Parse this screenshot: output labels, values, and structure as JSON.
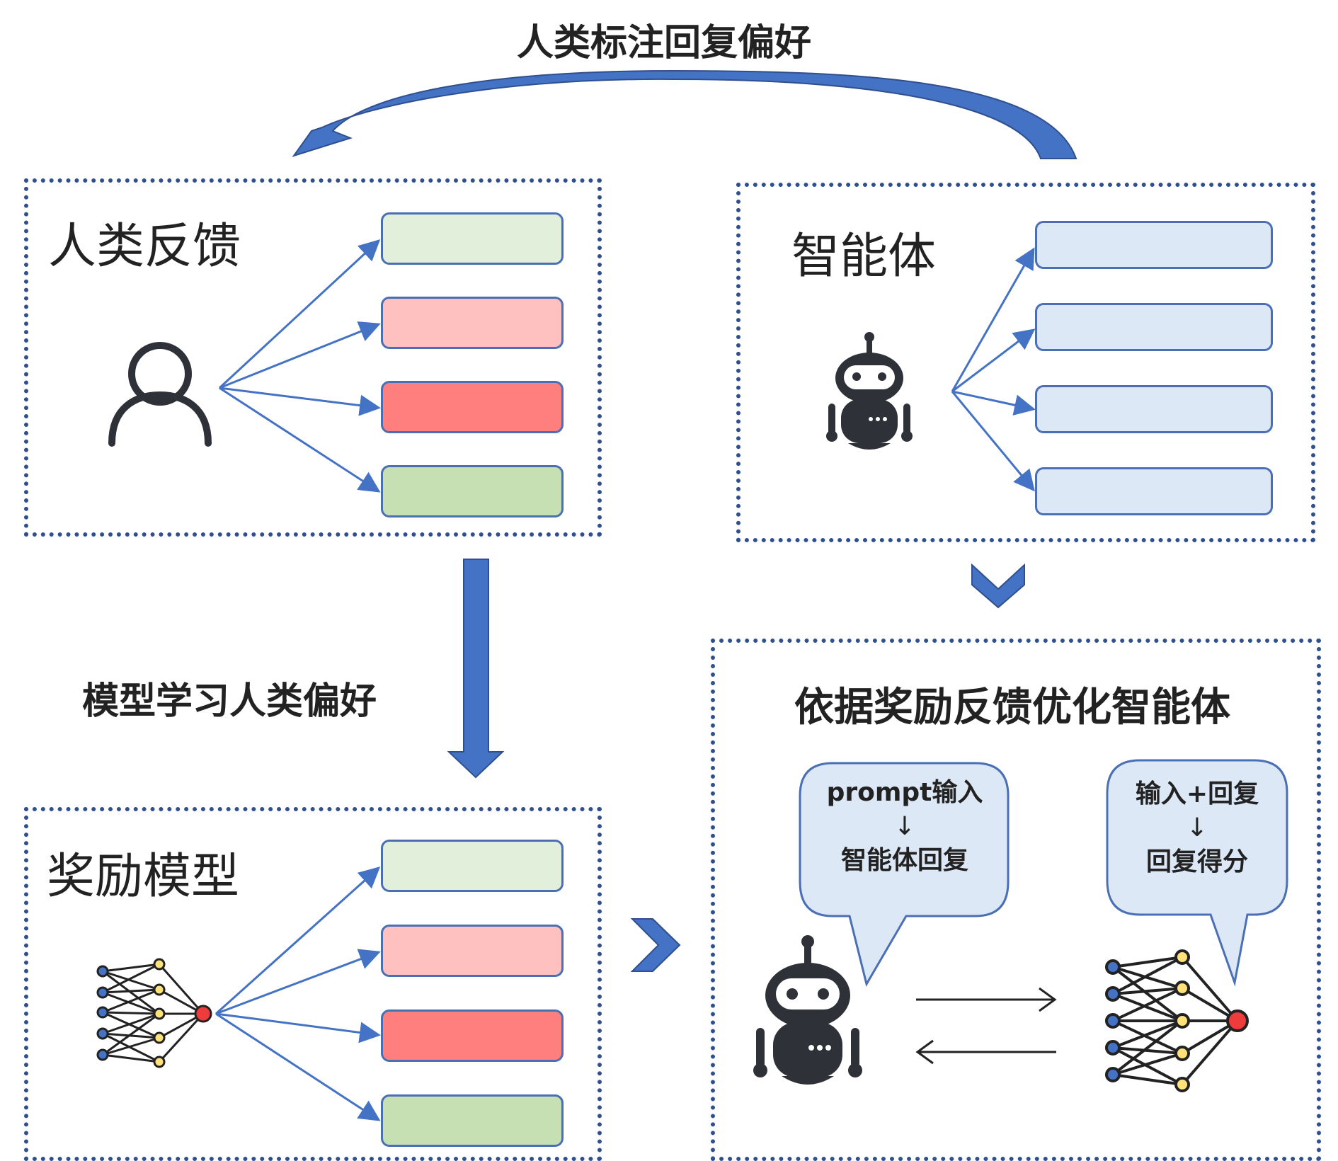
{
  "top_arrow_label": "人类标注回复偏好",
  "left_arrow_label": "模型学习人类偏好",
  "human_feedback": {
    "title": "人类反馈",
    "bar_colors": [
      "#e2efda",
      "#ffc0c0",
      "#ff7f7f",
      "#c6e0b4"
    ]
  },
  "agent": {
    "title": "智能体",
    "bar_colors": [
      "#dde8f6",
      "#dde8f6",
      "#dde8f6",
      "#dde8f6"
    ]
  },
  "reward_model": {
    "title": "奖励模型",
    "bar_colors": [
      "#e2efda",
      "#ffc0c0",
      "#ff7f7f",
      "#c6e0b4"
    ]
  },
  "optimize": {
    "title": "依据奖励反馈优化智能体",
    "bubble_left": {
      "line1": "prompt输入",
      "arrow": "↓",
      "line2": "智能体回复"
    },
    "bubble_right": {
      "line1": "输入+回复",
      "arrow": "↓",
      "line2": "回复得分"
    }
  },
  "colors": {
    "accent_blue": "#4472c4",
    "dark_blue": "#2f4f8f",
    "bubble_fill": "#dde8f6",
    "robot": "#2e3137",
    "node_blue": "#4472c4",
    "node_yellow": "#ffe27a",
    "node_red": "#ee3b3b"
  }
}
